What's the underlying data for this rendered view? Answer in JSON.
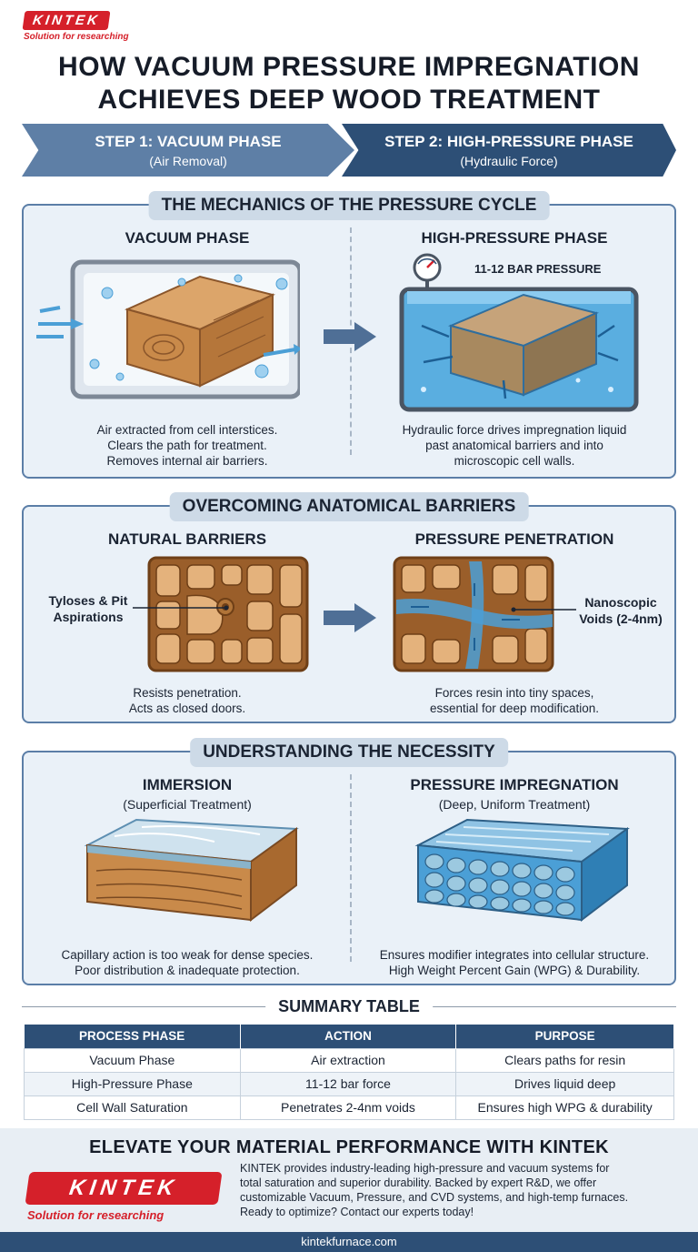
{
  "brand": {
    "name": "KINTEK",
    "tagline": "Solution for researching"
  },
  "title": {
    "line1": "HOW VACUUM PRESSURE IMPREGNATION",
    "line2": "ACHIEVES DEEP WOOD TREATMENT"
  },
  "steps": [
    {
      "title": "STEP 1: VACUUM PHASE",
      "subtitle": "(Air Removal)"
    },
    {
      "title": "STEP 2: HIGH-PRESSURE PHASE",
      "subtitle": "(Hydraulic Force)"
    }
  ],
  "mechanics": {
    "heading": "THE MECHANICS OF THE PRESSURE CYCLE",
    "left": {
      "title": "VACUUM PHASE",
      "desc": [
        "Air extracted from cell interstices.",
        "Clears the path for treatment.",
        "Removes internal air barriers."
      ]
    },
    "right": {
      "title": "HIGH-PRESSURE PHASE",
      "gauge_label": "11-12 BAR PRESSURE",
      "desc": [
        "Hydraulic force drives impregnation liquid",
        "past anatomical barriers and into",
        "microscopic cell walls."
      ]
    }
  },
  "barriers": {
    "heading": "OVERCOMING ANATOMICAL BARRIERS",
    "left": {
      "title": "NATURAL BARRIERS",
      "callout": [
        "Tyloses & Pit",
        "Aspirations"
      ],
      "desc": [
        "Resists penetration.",
        "Acts as closed doors."
      ]
    },
    "right": {
      "title": "PRESSURE PENETRATION",
      "callout": [
        "Nanoscopic",
        "Voids (2-4nm)"
      ],
      "desc": [
        "Forces resin into tiny spaces,",
        "essential for deep modification."
      ]
    }
  },
  "necessity": {
    "heading": "UNDERSTANDING THE NECESSITY",
    "left": {
      "title": "IMMERSION",
      "subtitle": "(Superficial Treatment)",
      "desc": [
        "Capillary action is too weak for dense species.",
        "Poor distribution & inadequate protection."
      ]
    },
    "right": {
      "title": "PRESSURE IMPREGNATION",
      "subtitle": "(Deep, Uniform Treatment)",
      "desc": [
        "Ensures modifier integrates into cellular structure.",
        "High Weight Percent Gain (WPG) & Durability."
      ]
    }
  },
  "summary": {
    "heading": "SUMMARY TABLE",
    "columns": [
      "PROCESS PHASE",
      "ACTION",
      "PURPOSE"
    ],
    "rows": [
      [
        "Vacuum Phase",
        "Air extraction",
        "Clears paths for resin"
      ],
      [
        "High-Pressure Phase",
        "11-12 bar force",
        "Drives liquid deep"
      ],
      [
        "Cell Wall Saturation",
        "Penetrates 2-4nm voids",
        "Ensures high WPG & durability"
      ]
    ]
  },
  "footer": {
    "title": "ELEVATE YOUR MATERIAL PERFORMANCE WITH KINTEK",
    "text": [
      "KINTEK provides industry-leading high-pressure and vacuum systems for",
      "total saturation and superior durability. Backed by expert R&D, we offer",
      "customizable Vacuum, Pressure, and CVD systems, and high-temp furnaces.",
      "Ready to optimize? Contact our experts today!"
    ],
    "url": "kintekfurnace.com"
  },
  "colors": {
    "accent_red": "#d5202a",
    "navy": "#2d4f76",
    "steel_blue": "#5e7fa6",
    "panel_bg": "#eaf1f8",
    "water_blue": "#4b9fd6",
    "wood": "#c98a4a"
  }
}
